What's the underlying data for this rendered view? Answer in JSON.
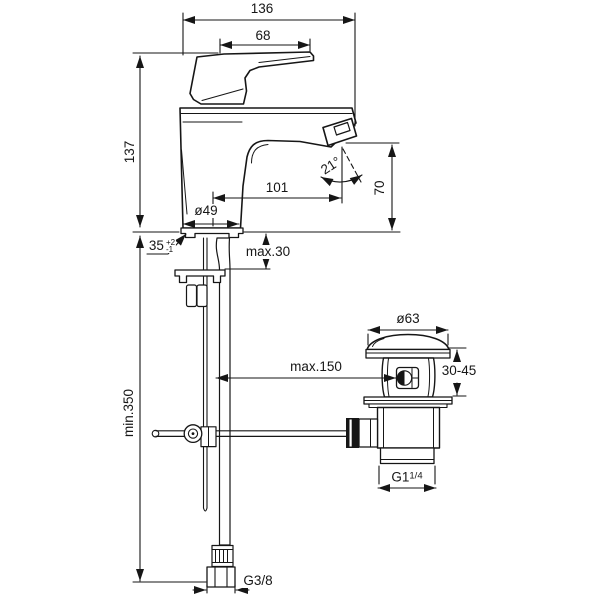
{
  "drawing": {
    "kind": "basin-mixer-installation-drawing",
    "line_color": "#161616",
    "background": "#ffffff"
  },
  "dimensions": {
    "total_width": "136",
    "handle_length": "68",
    "total_height": "137",
    "spout_reach": "101",
    "base_diameter": "ø49",
    "spout_angle": "21°",
    "outlet_height": "70",
    "base_note_value": "35",
    "base_note_tol_plus": "+2",
    "base_note_tol_minus": "-1",
    "max_deck_thickness": "max.30",
    "waste_cap_diameter": "ø63",
    "waste_clamp_range": "30-45",
    "max_rod_reach": "max.150",
    "min_hose_length": "min.350",
    "waste_thread_base": "G1",
    "waste_thread_fraction": "1/4",
    "supply_thread": "G3/8"
  }
}
